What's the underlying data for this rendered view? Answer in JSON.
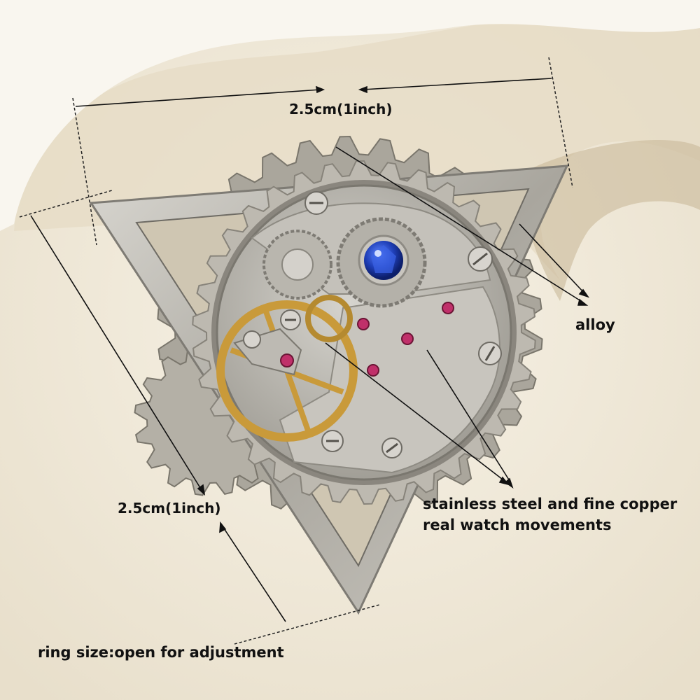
{
  "annotations": {
    "top_dimension": "2.5cm(1inch)",
    "side_dimension": "2.5cm(1inch)",
    "material_frame": "alloy",
    "movement_line1": "stainless steel and fine copper",
    "movement_line2": "real watch movements",
    "ring_size": "ring size:open for adjustment"
  },
  "colors": {
    "background": "#f3ede0",
    "stand": "#dfd3ba",
    "frame_silver": "#b8b6b0",
    "gear_silver": "#aaa69c",
    "brass": "#c99a3a",
    "sapphire": "#1f3fb8",
    "ruby": "#c0306a",
    "text": "#111111"
  },
  "icons": [
    "triangle-frame",
    "gear",
    "watch-movement",
    "blue-crystal",
    "ruby-jewel",
    "dimension-arrow"
  ]
}
